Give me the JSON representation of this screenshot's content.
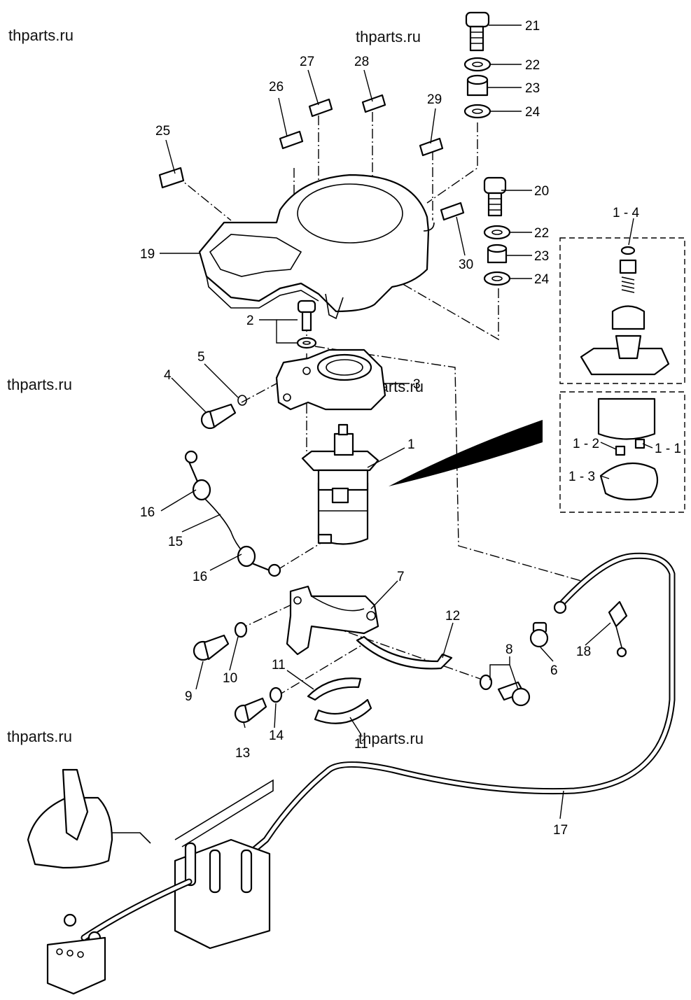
{
  "watermark": "thparts.ru",
  "callouts": {
    "p1": "1",
    "p1_1": "1 - 1",
    "p1_2": "1 - 2",
    "p1_3": "1 - 3",
    "p1_4": "1 - 4",
    "p2": "2",
    "p3": "3",
    "p4": "4",
    "p5": "5",
    "p6": "6",
    "p7": "7",
    "p8": "8",
    "p9": "9",
    "p10": "10",
    "p11a": "11",
    "p11b": "11",
    "p12": "12",
    "p13": "13",
    "p14": "14",
    "p15": "15",
    "p16a": "16",
    "p16b": "16",
    "p17": "17",
    "p18": "18",
    "p19": "19",
    "p20": "20",
    "p21": "21",
    "p22a": "22",
    "p22b": "22",
    "p23a": "23",
    "p23b": "23",
    "p24a": "24",
    "p24b": "24",
    "p25": "25",
    "p26": "26",
    "p27": "27",
    "p28": "28",
    "p29": "29",
    "p30": "30"
  }
}
